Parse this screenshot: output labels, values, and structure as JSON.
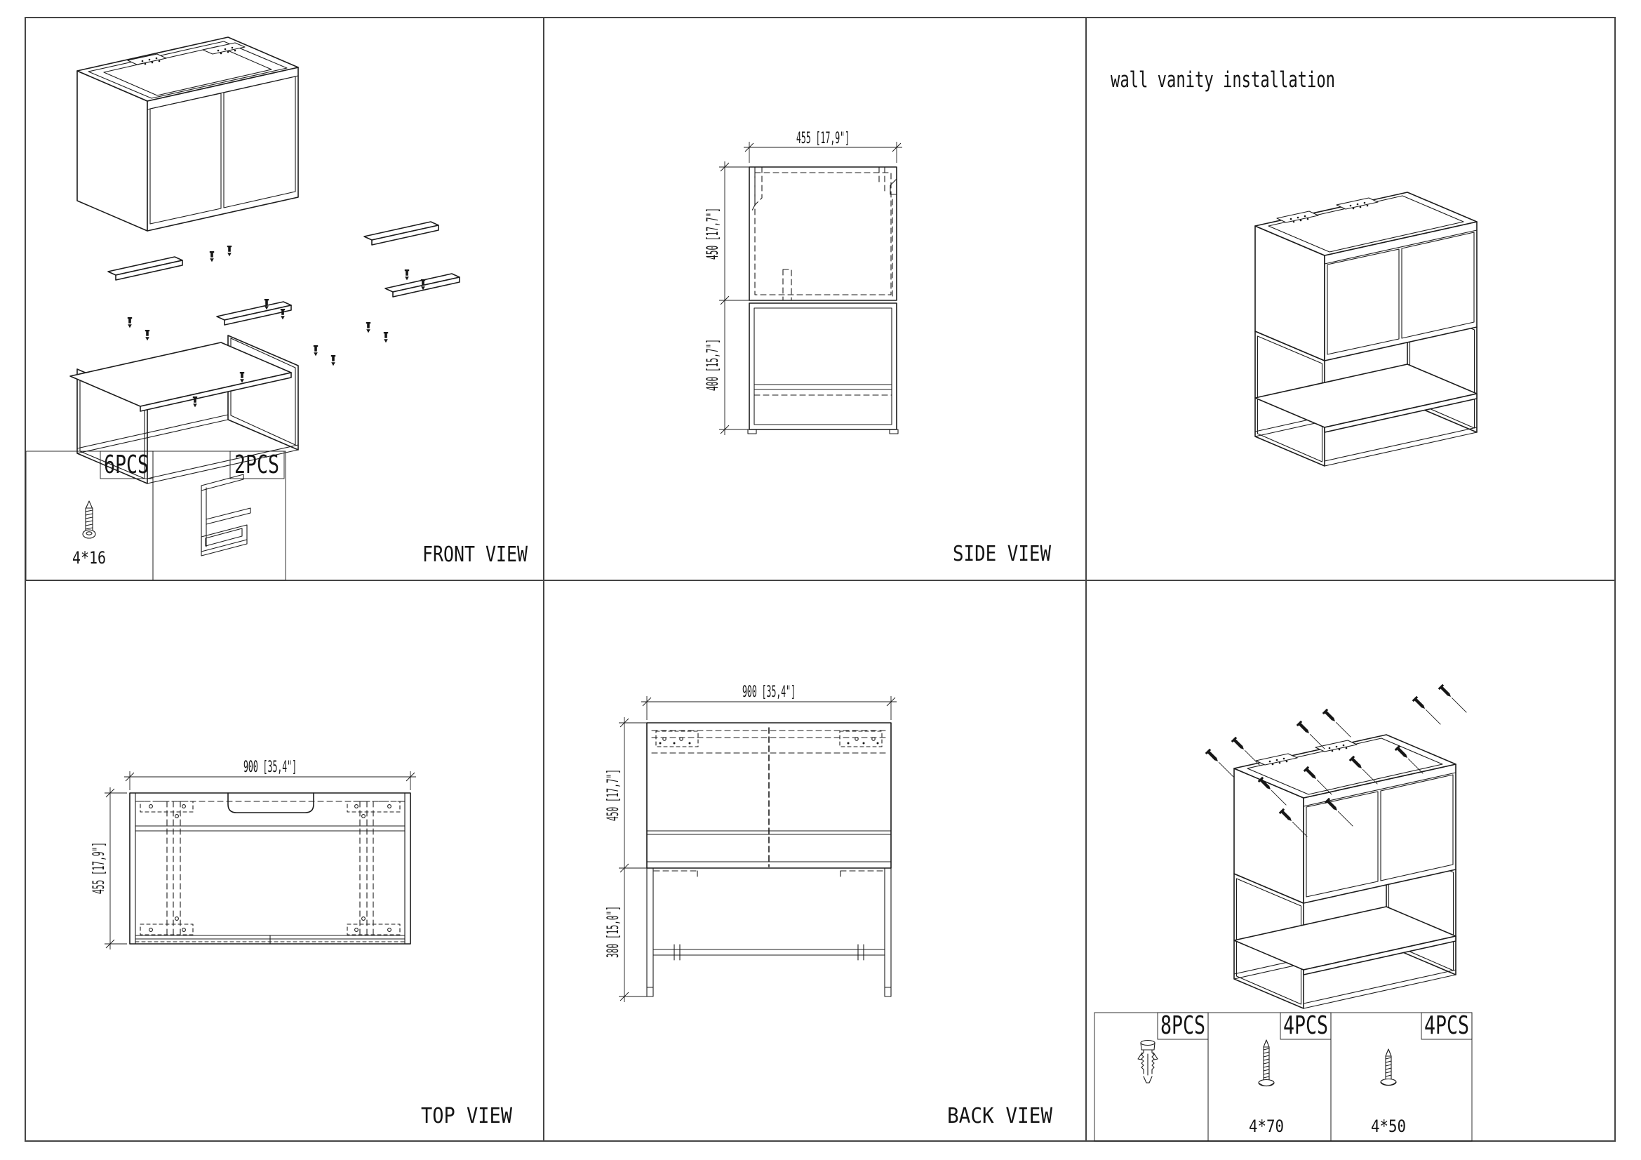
{
  "sheet": {
    "background": "#ffffff",
    "line_color": "#1c1c1c",
    "border_color": "#454545"
  },
  "installation_panel": {
    "title": "wall vanity installation"
  },
  "front_view": {
    "label": "FRONT VIEW",
    "hardware": [
      {
        "qty": "6PCS",
        "size": "4*16"
      },
      {
        "qty": "2PCS",
        "size": ""
      }
    ]
  },
  "side_view": {
    "label": "SIDE VIEW",
    "dim_depth": "455 [17,9\"]",
    "dim_cabinet_height": "450 [17,7\"]",
    "dim_leg_height": "400 [15,7\"]"
  },
  "top_view": {
    "label": "TOP VIEW",
    "dim_width": "900 [35,4\"]",
    "dim_depth": "455 [17,9\"]"
  },
  "back_view": {
    "label": "BACK VIEW",
    "dim_width": "900 [35,4\"]",
    "dim_cabinet_height": "450 [17,7\"]",
    "dim_leg_height": "380 [15,0\"]"
  },
  "install_hardware": [
    {
      "qty": "8PCS",
      "size": ""
    },
    {
      "qty": "4PCS",
      "size": "4*70"
    },
    {
      "qty": "4PCS",
      "size": "4*50"
    }
  ]
}
